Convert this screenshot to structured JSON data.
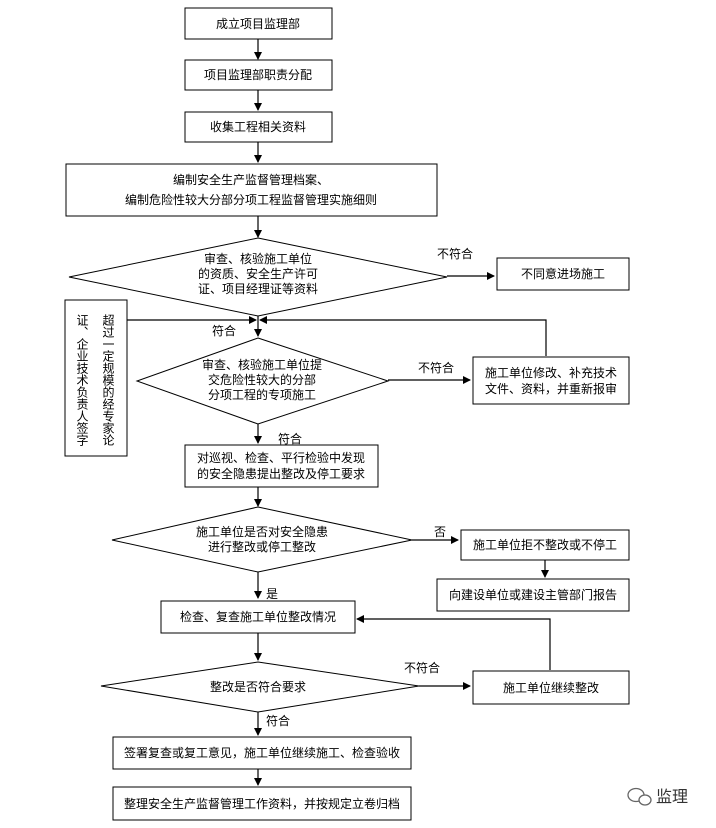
{
  "nodes": {
    "n1": "成立项目监理部",
    "n2": "项目监理部职责分配",
    "n3": "收集工程相关资料",
    "n4": [
      "编制安全生产监督管理档案、",
      "编制危险性较大分部分项工程监督管理实施细则"
    ],
    "d1": [
      "审查、核验施工单位",
      "的资质、安全生产许可",
      "证、项目经理证等资料"
    ],
    "r1": "不同意进场施工",
    "d2": [
      "审查、核验施工单位提",
      "交危险性较大的分部",
      "分项工程的专项施工"
    ],
    "r2": [
      "施工单位修改、补充技术",
      "文件、资料，并重新报审"
    ],
    "left_note": [
      "超过一定规模的经专家论",
      "证、企业技术负责人签字"
    ],
    "n5": [
      "对巡视、检查、平行检验中发现",
      "的安全隐患提出整改及停工要求"
    ],
    "d3": [
      "施工单位是否对安全隐患",
      "进行整改或停工整改"
    ],
    "r3": "施工单位拒不整改或不停工",
    "r4": "向建设单位或建设主管部门报告",
    "n6": "检查、复查施工单位整改情况",
    "d4": "整改是否符合要求",
    "r5": "施工单位继续整改",
    "n7": "签署复查或复工意见，施工单位继续施工、检查验收",
    "n8": "整理安全生产监督管理工作资料，并按规定立卷归档"
  },
  "labels": {
    "d1_no": "不符合",
    "d1_yes": "符合",
    "d2_no": "不符合",
    "d2_yes": "符合",
    "d3_no": "否",
    "d3_yes": "是",
    "d4_no": "不符合",
    "d4_yes": "符合"
  },
  "watermark": "监理"
}
